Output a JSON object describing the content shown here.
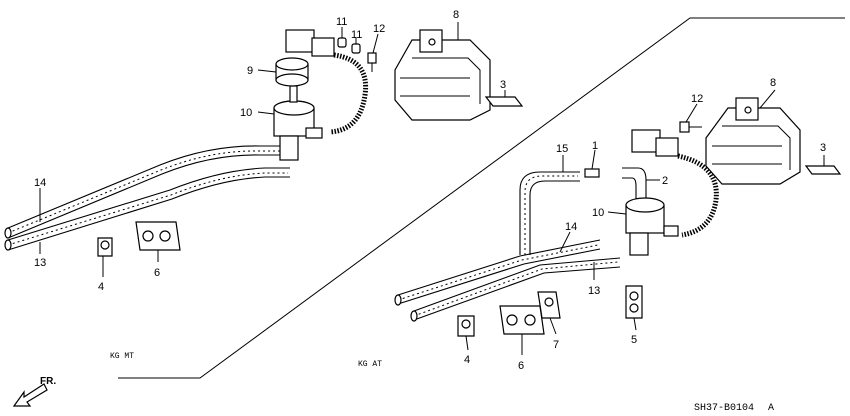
{
  "diagram": {
    "left_variant_label": "KG MT",
    "right_variant_label": "KG AT",
    "diagram_code": "SH37-B0104",
    "diagram_code_suffix": "A",
    "direction_label": "FR."
  },
  "callouts": {
    "left": {
      "c3": "3",
      "c4": "4",
      "c6": "6",
      "c8": "8",
      "c9": "9",
      "c10": "10",
      "c11a": "11",
      "c11b": "11",
      "c12": "12",
      "c13": "13",
      "c14": "14"
    },
    "right": {
      "c1": "1",
      "c2": "2",
      "c3": "3",
      "c4": "4",
      "c5": "5",
      "c6": "6",
      "c7": "7",
      "c8": "8",
      "c10": "10",
      "c12": "12",
      "c13": "13",
      "c14": "14",
      "c15": "15"
    }
  }
}
